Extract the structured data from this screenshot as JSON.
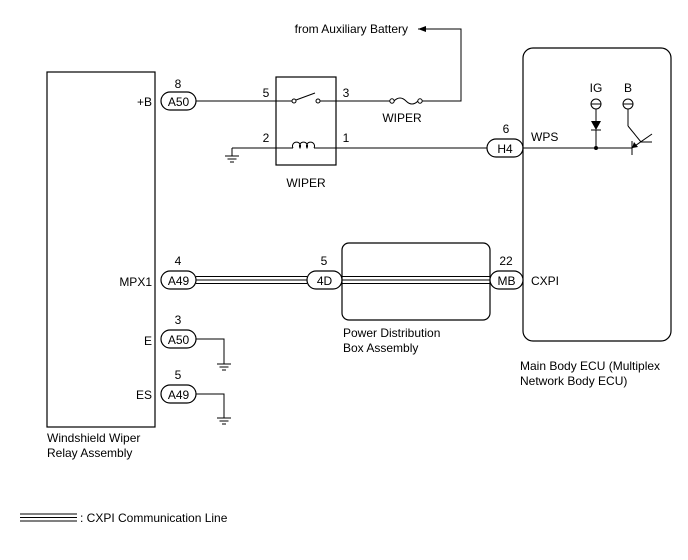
{
  "labels": {
    "aux_battery": "from Auxiliary Battery",
    "wiper_fuse": "WIPER",
    "wiper_relay": "WIPER",
    "relay_assembly_line1": "Windshield Wiper",
    "relay_assembly_line2": "Relay Assembly",
    "pdb_line1": "Power Distribution",
    "pdb_line2": "Box Assembly",
    "ecu_line1": "Main Body ECU (Multiplex",
    "ecu_line2": "Network Body ECU)",
    "legend": ": CXPI Communication Line"
  },
  "terminals": {
    "plus_b": "+B",
    "mpx1": "MPX1",
    "e": "E",
    "es": "ES",
    "wps": "WPS",
    "cxpi": "CXPI",
    "ig": "IG",
    "b": "B"
  },
  "connectors": {
    "a50_top": {
      "name": "A50",
      "pin": "8"
    },
    "a49_mpx": {
      "name": "A49",
      "pin": "4"
    },
    "a50_e": {
      "name": "A50",
      "pin": "3"
    },
    "a49_es": {
      "name": "A49",
      "pin": "5"
    },
    "h4": {
      "name": "H4",
      "pin": "6"
    },
    "d4": {
      "name": "4D",
      "pin": "5"
    },
    "mb": {
      "name": "MB",
      "pin": "22"
    }
  },
  "relay_pins": {
    "p5": "5",
    "p3": "3",
    "p2": "2",
    "p1": "1"
  }
}
